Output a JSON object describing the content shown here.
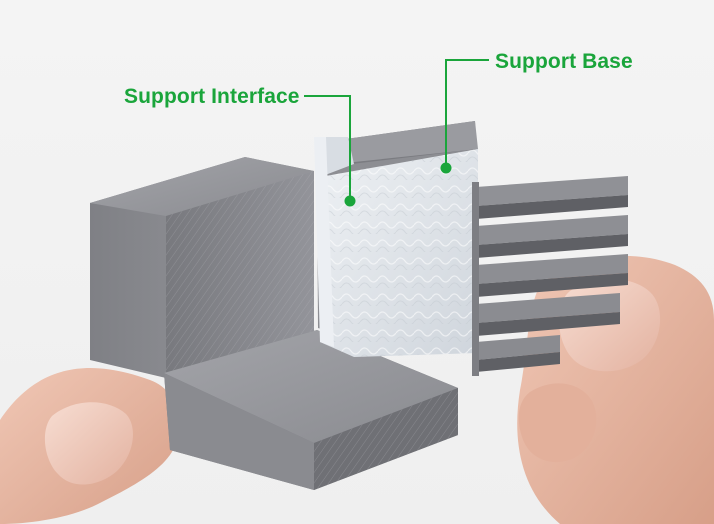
{
  "labels": {
    "support_interface": "Support Interface",
    "support_base": "Support Base"
  },
  "colors": {
    "label_green": "#1aa53b",
    "background": "#f2f2f2",
    "filament_gray": "#8d8d92",
    "support_white": "#dfe3e8",
    "skin": "#e7b9a3"
  },
  "objects": {
    "main_part": "gray-3d-printed-part",
    "support_structure": "white-support-interface",
    "stacked_base": "gray-support-base-layers"
  }
}
